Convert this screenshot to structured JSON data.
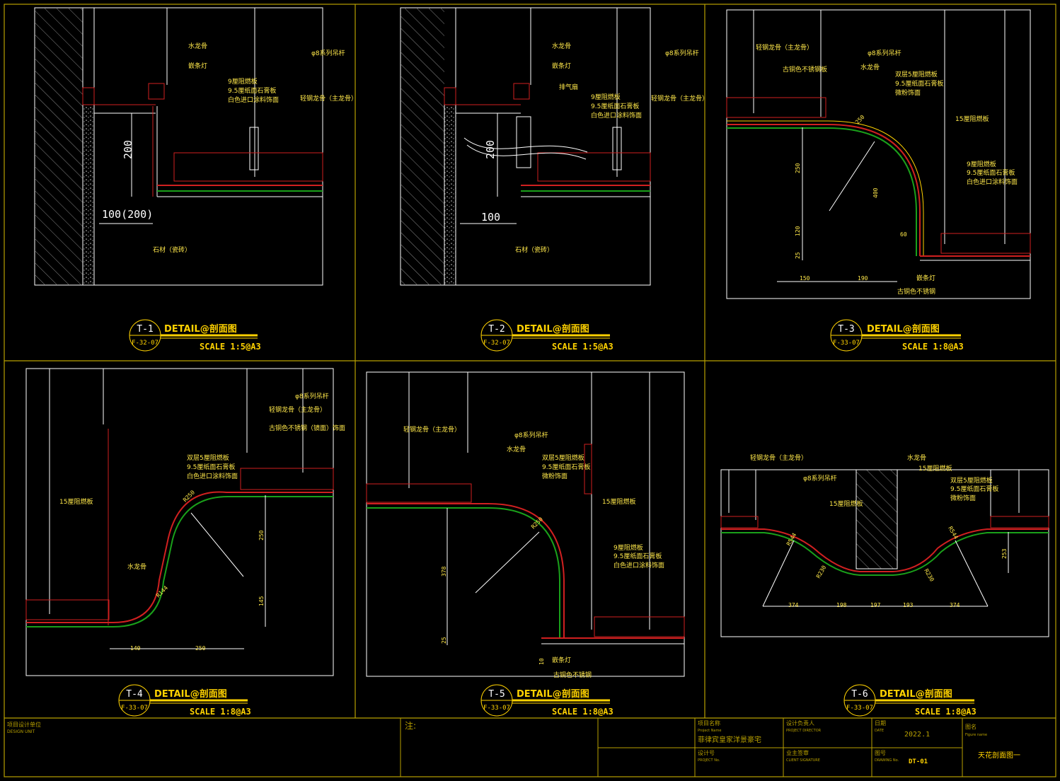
{
  "colors": {
    "frame": "#b8a000",
    "accent": "#ffd200",
    "white": "#ffffff",
    "red": "#d02020",
    "green": "#1aa01a",
    "cyan": "#00d0d0",
    "text": "#ffe84a"
  },
  "details": [
    {
      "id": "T-1",
      "ref": "F-32-07",
      "title": "DETAIL@剖面图",
      "scale": "SCALE 1:5@A3",
      "labels": [
        "水龙骨",
        "嵌条灯",
        "φ8系列吊杆",
        "9厘阻燃板",
        "9.5厘纸面石膏板",
        "白色进口涂料饰面",
        "轻钢龙骨（主龙骨）",
        "石材（瓷砖）"
      ],
      "dims": [
        "200",
        "100(200)"
      ]
    },
    {
      "id": "T-2",
      "ref": "F-32-07",
      "title": "DETAIL@剖面图",
      "scale": "SCALE 1:5@A3",
      "labels": [
        "水龙骨",
        "嵌条灯",
        "排气扇",
        "φ8系列吊杆",
        "9厘阻燃板",
        "9.5厘纸面石膏板",
        "白色进口涂料饰面",
        "轻钢龙骨（主龙骨）",
        "石材（瓷砖）"
      ],
      "dims": [
        "200",
        "100"
      ]
    },
    {
      "id": "T-3",
      "ref": "F-33-07",
      "title": "DETAIL@剖面图",
      "scale": "SCALE 1:8@A3",
      "labels": [
        "轻钢龙骨（主龙骨）",
        "φ8系列吊杆",
        "古铜色不锈钢板",
        "水龙骨",
        "双层5厘阻燃板",
        "9.5厘纸面石膏板",
        "微粉饰面",
        "15厘阻燃板",
        "9厘阻燃板",
        "9.5厘纸面石膏板",
        "白色进口涂料饰面",
        "嵌条灯",
        "古铜色不锈钢"
      ],
      "dims": [
        "250",
        "250",
        "400",
        "120",
        "25",
        "60",
        "150",
        "190"
      ]
    },
    {
      "id": "T-4",
      "ref": "F-33-07",
      "title": "DETAIL@剖面图",
      "scale": "SCALE 1:8@A3",
      "labels": [
        "φ8系列吊杆",
        "轻钢龙骨（主龙骨）",
        "古铜色不锈钢（镜面）饰面",
        "双层5厘阻燃板",
        "9.5厘纸面石膏板",
        "白色进口涂料饰面",
        "15厘阻燃板",
        "水龙骨"
      ],
      "dims": [
        "R250",
        "R144",
        "250",
        "145",
        "140",
        "250"
      ]
    },
    {
      "id": "T-5",
      "ref": "F-33-07",
      "title": "DETAIL@剖面图",
      "scale": "SCALE 1:8@A3",
      "labels": [
        "轻钢龙骨（主龙骨）",
        "φ8系列吊杆",
        "水龙骨",
        "双层5厘阻燃板",
        "9.5厘纸面石膏板",
        "微粉饰面",
        "15厘阻燃板",
        "9厘阻燃板",
        "9.5厘纸面石膏板",
        "白色进口涂料饰面",
        "嵌条灯",
        "古铜色不锈钢"
      ],
      "dims": [
        "R250",
        "378",
        "25",
        "10"
      ]
    },
    {
      "id": "T-6",
      "ref": "F-33-07",
      "title": "DETAIL@剖面图",
      "scale": "SCALE 1:8@A3",
      "labels": [
        "轻钢龙骨（主龙骨）",
        "水龙骨",
        "15厘阻燃板",
        "φ8系列吊杆",
        "双层5厘阻燃板",
        "9.5厘纸面石膏板",
        "微粉饰面",
        "15厘阻燃板"
      ],
      "dims": [
        "R544",
        "R230",
        "R230",
        "R544",
        "253",
        "374",
        "198",
        "197",
        "193",
        "374"
      ]
    }
  ],
  "title_block": {
    "design_unit_cn": "项目设计单位",
    "design_unit_en": "DESIGN UNIT",
    "notes": "注:",
    "project_name_cn": "项目名称",
    "project_name_en": "Project Name",
    "project_name": "菲律宾皇家洋景豪宅",
    "director_cn": "设计负责人",
    "director_en": "PROJECT DIRECTOR",
    "date_cn": "日期",
    "date_en": "DATE",
    "date": "2022.1",
    "figure_cn": "图名",
    "figure_en": "Figure name",
    "figure": "天花剖面图一",
    "project_no_cn": "设计号",
    "project_no_en": "PROJECT No.",
    "client_cn": "业主签审",
    "client_en": "CLIENT SIGNATURE",
    "drawing_no_cn": "图号",
    "drawing_no_en": "DRAWING No.",
    "drawing_no": "DT-01"
  }
}
